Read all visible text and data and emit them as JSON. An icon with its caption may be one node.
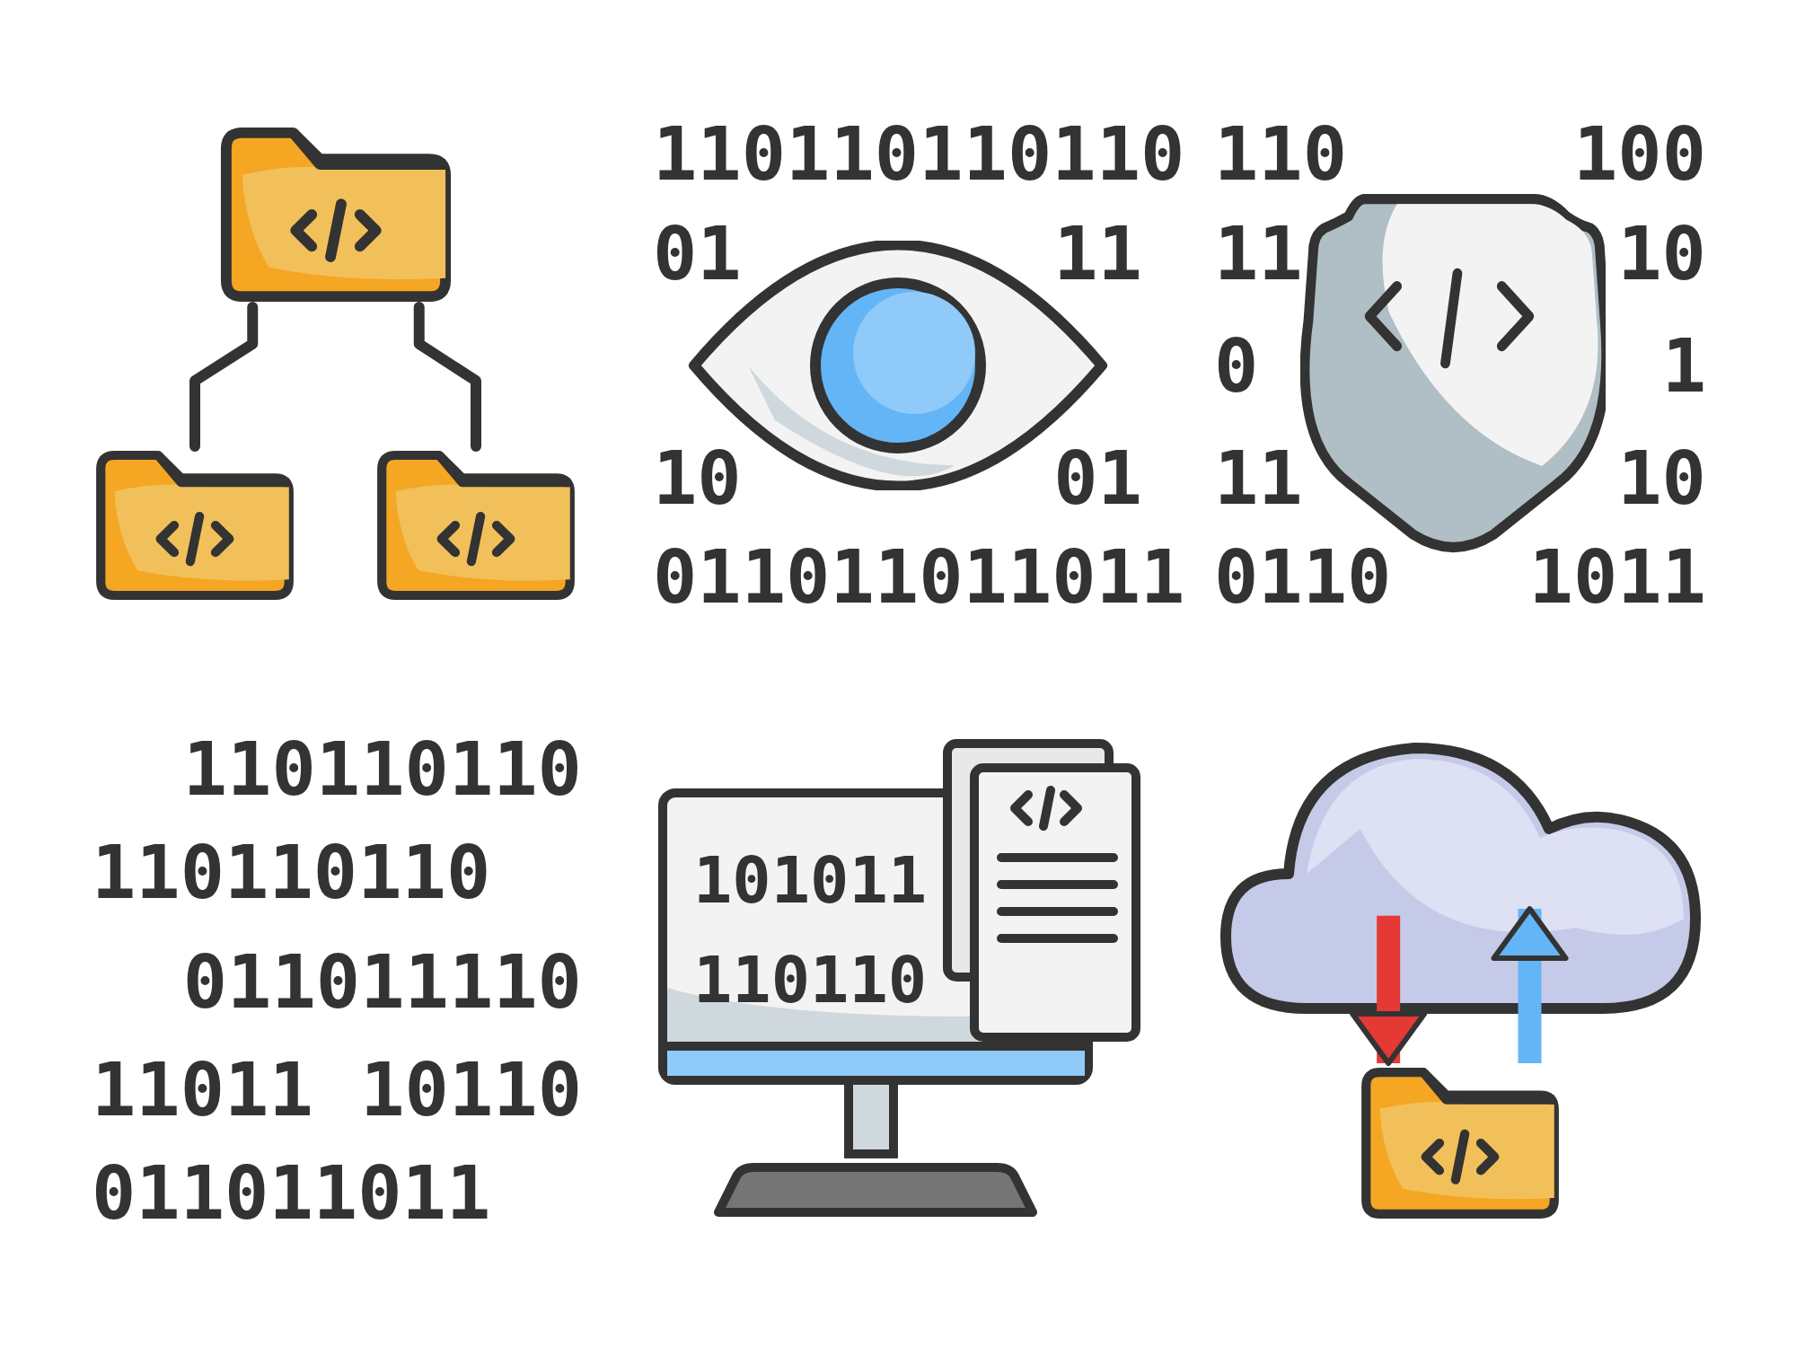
{
  "diagram": {
    "nodes": [
      {
        "text": [],
        "shape": "picture"
      },
      {
        "text": [],
        "shape": "picture"
      },
      {
        "text": [],
        "shape": "picture"
      },
      {
        "text": [],
        "shape": "cloud"
      },
      {
        "text": [],
        "shape": "picture"
      }
    ],
    "edges": [
      {
        "from": 0,
        "to": 1,
        "arrow": "none"
      },
      {
        "from": 0,
        "to": 2,
        "arrow": "none"
      },
      {
        "from": 3,
        "to": 4,
        "arrow": "to",
        "style": "thick",
        "color": "#e53935"
      },
      {
        "from": 4,
        "to": 3,
        "arrow": "to",
        "style": "thick",
        "color": "#64b5f6"
      }
    ],
    "labels": [
      "110110110110",
      "110",
      "100",
      "01",
      "11",
      "11",
      "10",
      "0",
      "1",
      "10",
      "01",
      "11",
      "10",
      "011011011011",
      "0110",
      "1011",
      "110110110",
      "110110110",
      "101011",
      "011011110",
      "110110",
      "11011",
      "10110",
      "011011011"
    ]
  }
}
